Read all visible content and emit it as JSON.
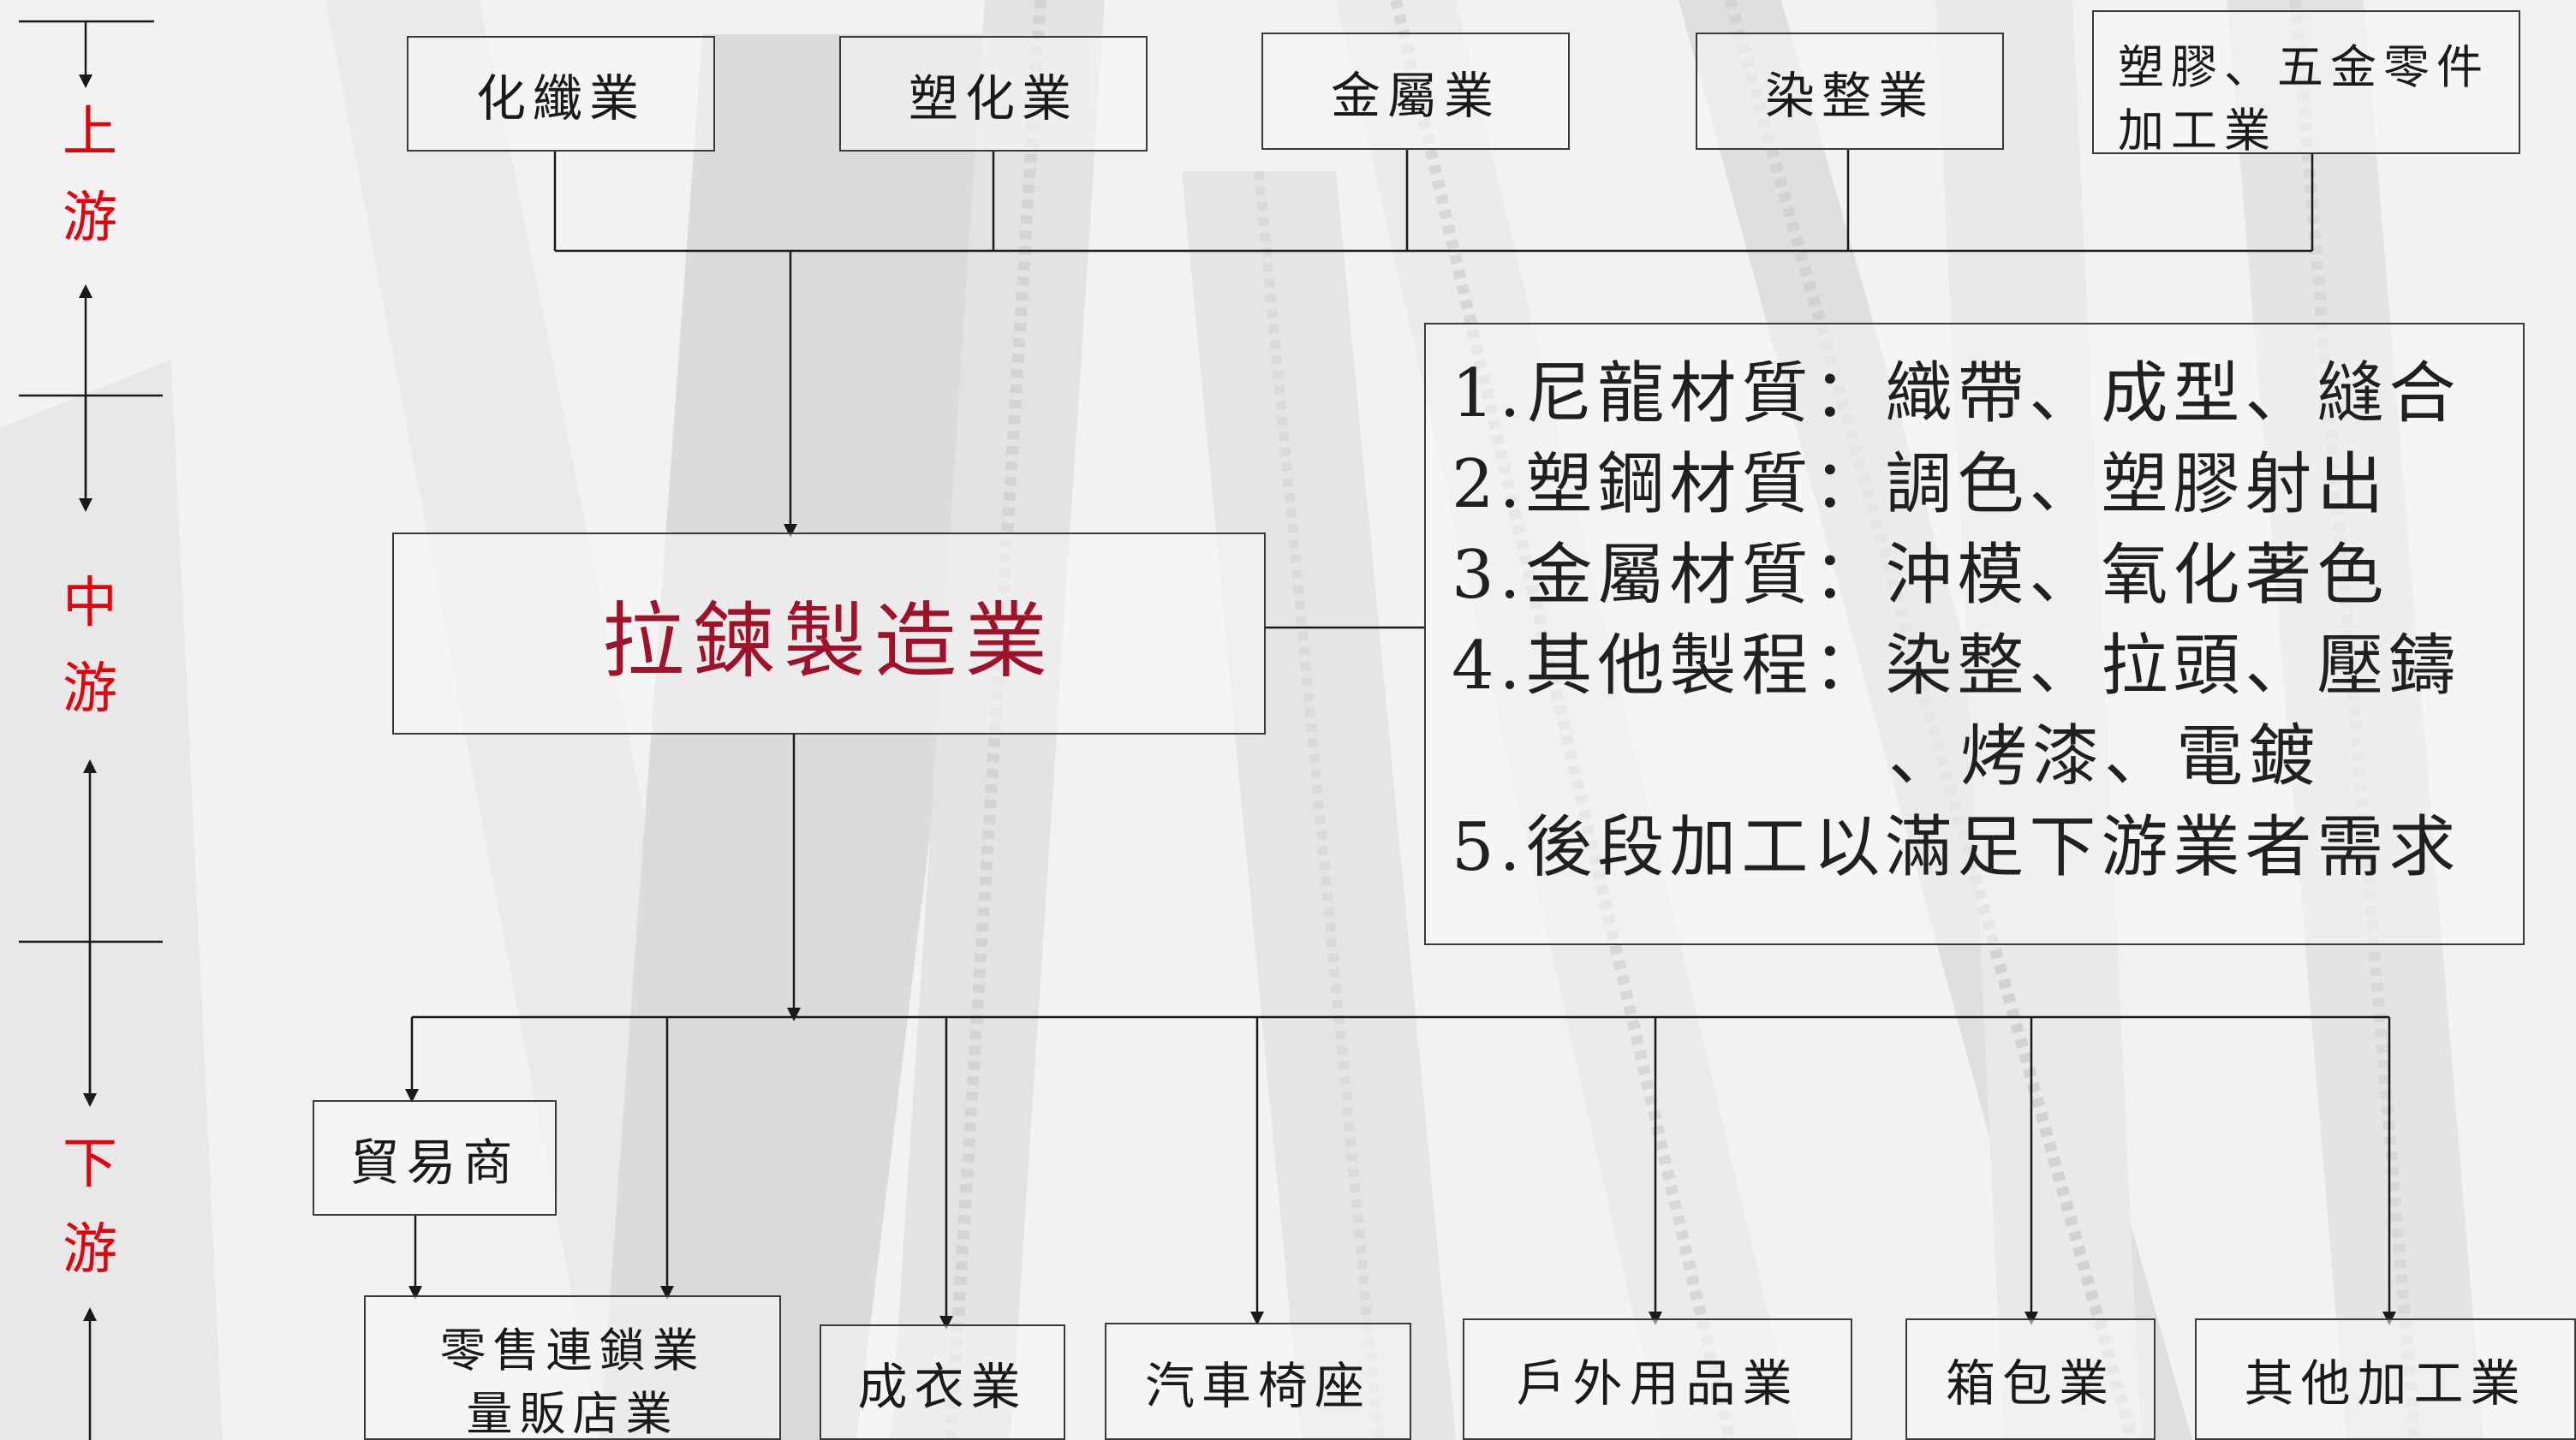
{
  "stages": {
    "upstream": [
      "上",
      "游"
    ],
    "midstream": [
      "中",
      "游"
    ],
    "downstream": [
      "下",
      "游"
    ]
  },
  "upstream_industries": [
    "化纖業",
    "塑化業",
    "金屬業",
    "染整業"
  ],
  "upstream_parts": {
    "line1": "塑膠、五金零件",
    "line2": "加工業"
  },
  "center": {
    "label": "拉鍊製造業"
  },
  "process_steps": [
    "1.尼龍材質：織帶、成型、縫合",
    "2.塑鋼材質：調色、塑膠射出",
    "3.金屬材質：沖模、氧化著色",
    "4.其他製程：染整、拉頭、壓鑄",
    "、烤漆、電鍍",
    "5.後段加工以滿足下游業者需求"
  ],
  "trader": {
    "label": "貿易商"
  },
  "retail": {
    "line1": "零售連鎖業",
    "line2": "量販店業"
  },
  "downstream_industries": [
    "成衣業",
    "汽車椅座",
    "戶外用品業",
    "箱包業",
    "其他加工業"
  ],
  "colors": {
    "stage": "#e8000b",
    "center_text": "#a0112a",
    "line": "#1a1a1a",
    "border": "#3a3a3a"
  }
}
